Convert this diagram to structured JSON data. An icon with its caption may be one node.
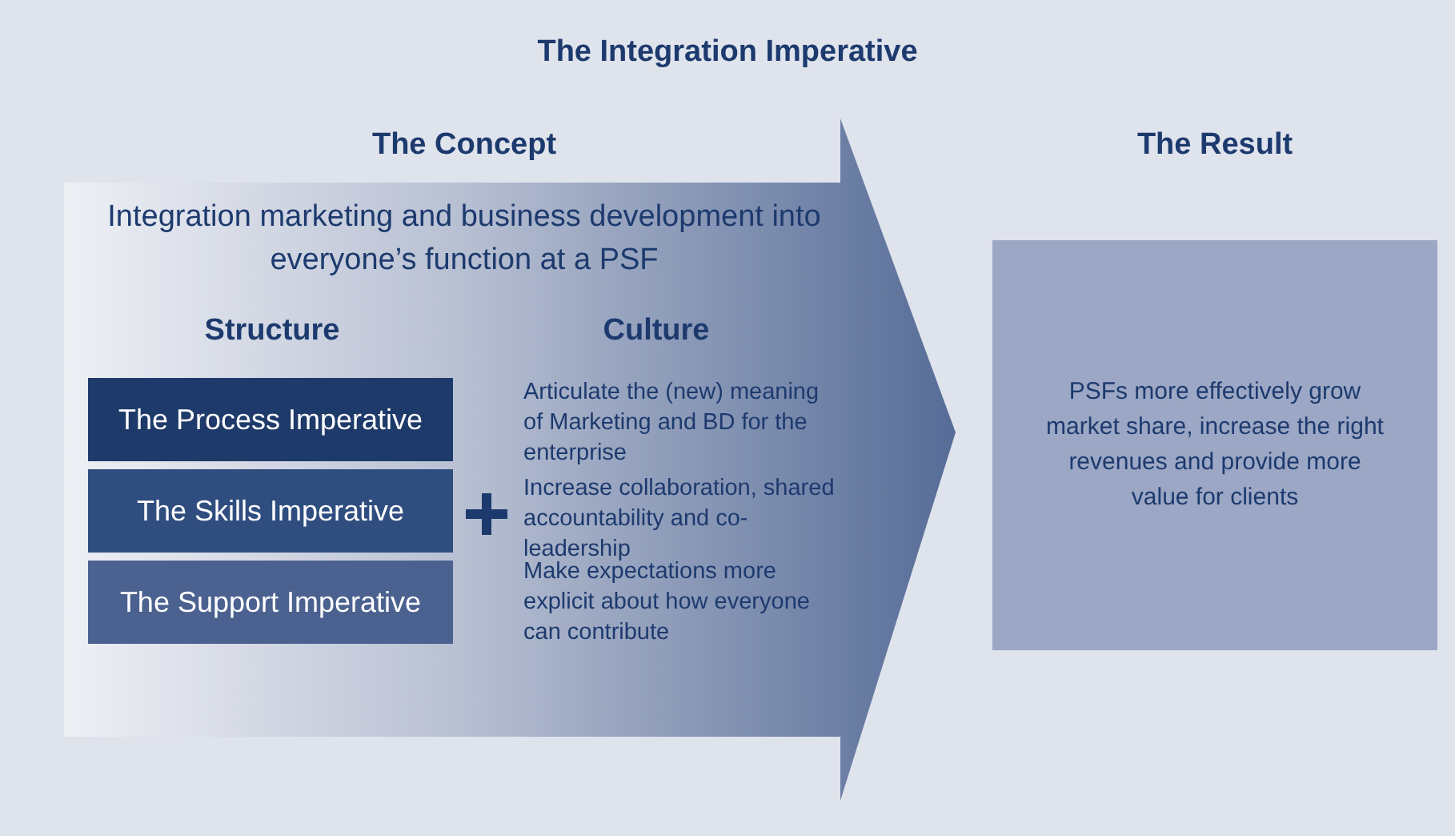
{
  "diagram": {
    "title": "The Integration Imperative",
    "nodes": [
      {
        "text": [
          "The Concept",
          "Integration marketing and business development into everyone’s function at a PSF"
        ]
      },
      {
        "text": [
          "The Process Imperative"
        ],
        "in": 0
      },
      {
        "text": [
          "The Skills Imperative"
        ],
        "in": 0
      },
      {
        "text": [
          "The Support Imperative"
        ],
        "in": 0
      },
      {
        "text": [
          "The Result",
          "PSFs more effectively grow market share, increase the right revenues and provide more value for clients"
        ]
      }
    ],
    "edges": [],
    "labels": [
      "Structure",
      "Culture",
      "Articulate the (new) meaning of Marketing and BD for the enterprise",
      "Increase collaboration, shared accountability and co-leadership",
      "Make expectations more explicit about how everyone can contribute"
    ]
  }
}
